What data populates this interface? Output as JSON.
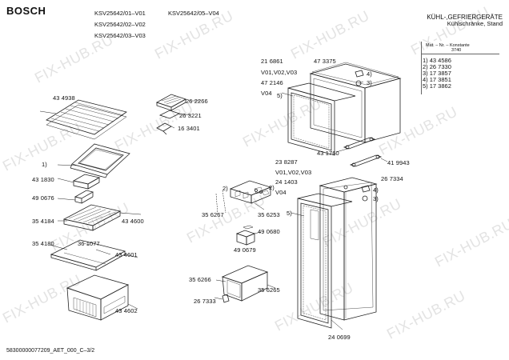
{
  "brand": "BOSCH",
  "models": {
    "col1": [
      "KSV25642/01–V01",
      "KSV25642/02–V02",
      "KSV25642/03–V03"
    ],
    "col2": "KSV25642/05–V04"
  },
  "category": {
    "line1": "KÜHL-,GEFRIERGERÄTE",
    "line2": "Kühlschränke, Stand"
  },
  "legend": {
    "header1": "Mat. – Nr. – Konstante",
    "header2": "3740",
    "items": [
      "1) 43 4586",
      "2) 26 7330",
      "3) 17 3857",
      "4) 17 3851",
      "5) 17 3862"
    ]
  },
  "footer": "58300000077209_AET_000_C–3/2",
  "watermark": "FIX-HUB.RU",
  "parts": {
    "p434938": "43 4938",
    "p262266": "26 2266",
    "p263221": "26 3221",
    "p163401": "16 3401",
    "n1": "1)",
    "p431830": "43 1830",
    "p490676": "49 0676",
    "p354184": "35 4184",
    "p434600": "43 4600",
    "p354180": "35 4180",
    "p361077": "36 1077",
    "p434601": "43 4601",
    "p434602": "43 4602",
    "p216861": "21 6861",
    "p473375": "47 3375",
    "v010203a": "V01,V02,V03",
    "p472146": "47 2146",
    "v04a": "V04",
    "n5a": "5)",
    "n4a": "4)",
    "n3a": "3)",
    "p431760": "43 1760",
    "p419943": "41 9943",
    "p238287": "23 8287",
    "v010203b": "V01,V02,V03",
    "p241403": "24 1403",
    "v04b": "V04",
    "p267334": "26 7334",
    "n4b": "4)",
    "n3b": "3)",
    "n2a": "2)",
    "n2b": "2)",
    "p356267": "35 6267",
    "p356253": "35 6253",
    "p490680": "49 0680",
    "p490679": "49 0679",
    "n5b": "5)",
    "p356266": "35 6266",
    "p356265": "35 6265",
    "p267333": "26 7333",
    "p240699": "24 0699"
  }
}
